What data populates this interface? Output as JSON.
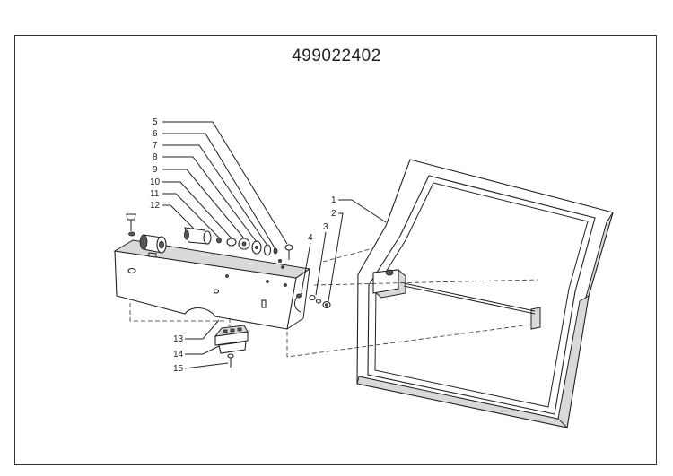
{
  "diagram": {
    "part_number": "499022402",
    "callouts": [
      "1",
      "2",
      "3",
      "4",
      "5",
      "6",
      "7",
      "8",
      "9",
      "10",
      "11",
      "12",
      "13",
      "14",
      "15"
    ]
  }
}
